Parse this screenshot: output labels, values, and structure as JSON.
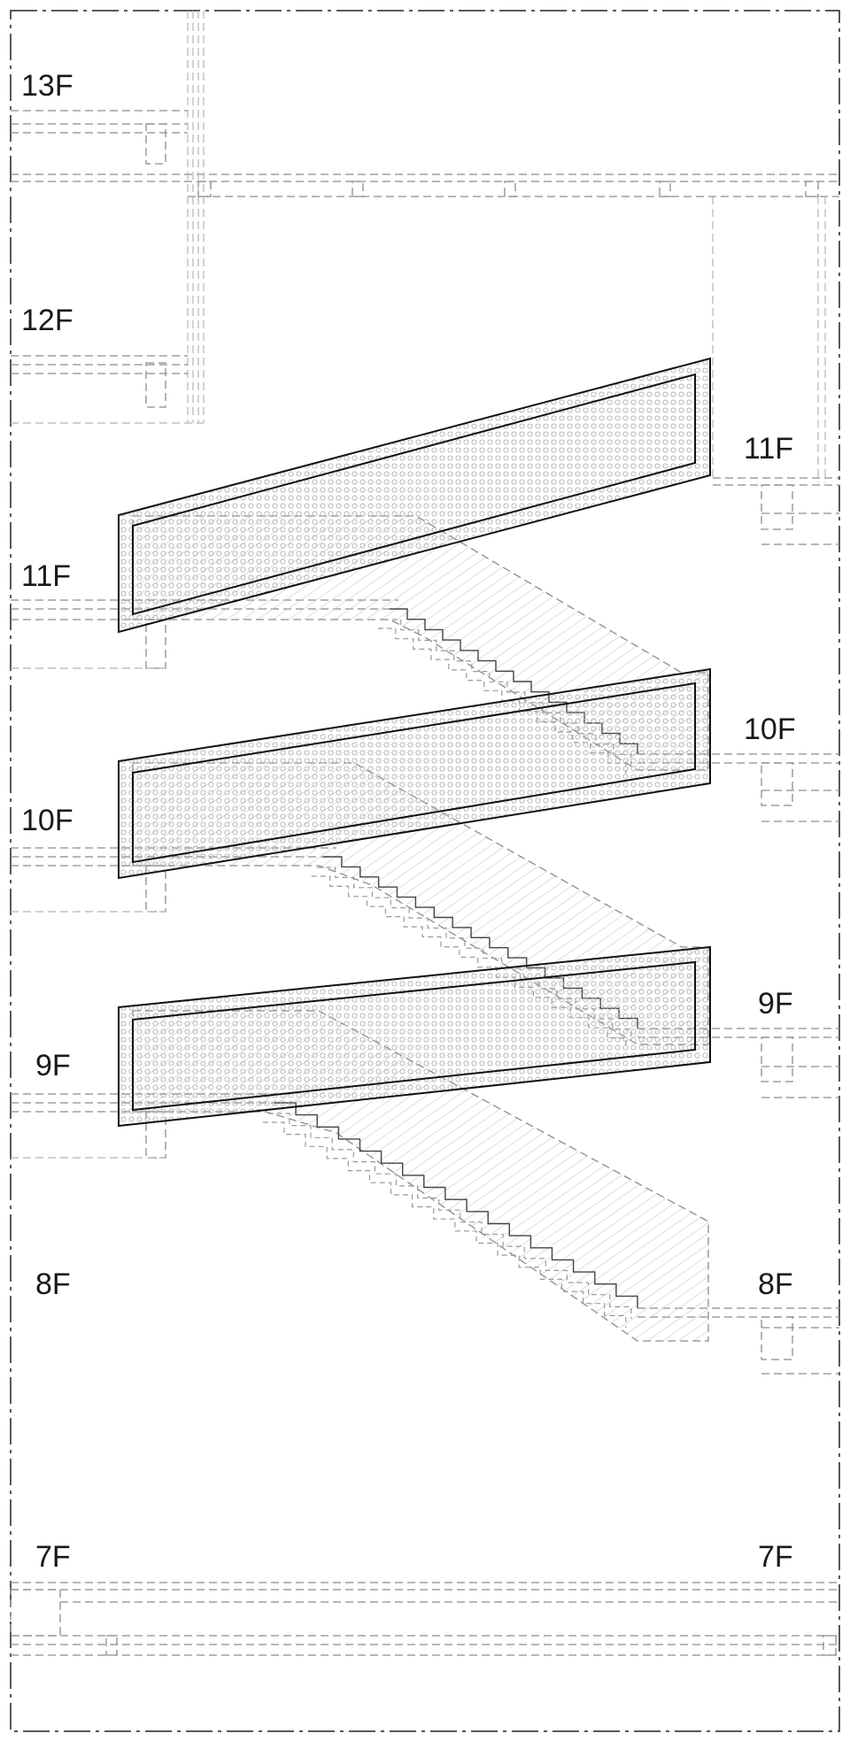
{
  "floor_labels": {
    "left": [
      "13F",
      "12F",
      "11F",
      "10F",
      "9F",
      "8F",
      "7F"
    ],
    "right": [
      "11F",
      "10F",
      "9F",
      "8F",
      "7F"
    ]
  },
  "colors": {
    "line": "#111111",
    "hidden_line": "#8c8c8c",
    "hatch": "#c8c8c8",
    "dot": "#b0b0b0"
  },
  "drawing_type": "staircase section with framed landing panels"
}
